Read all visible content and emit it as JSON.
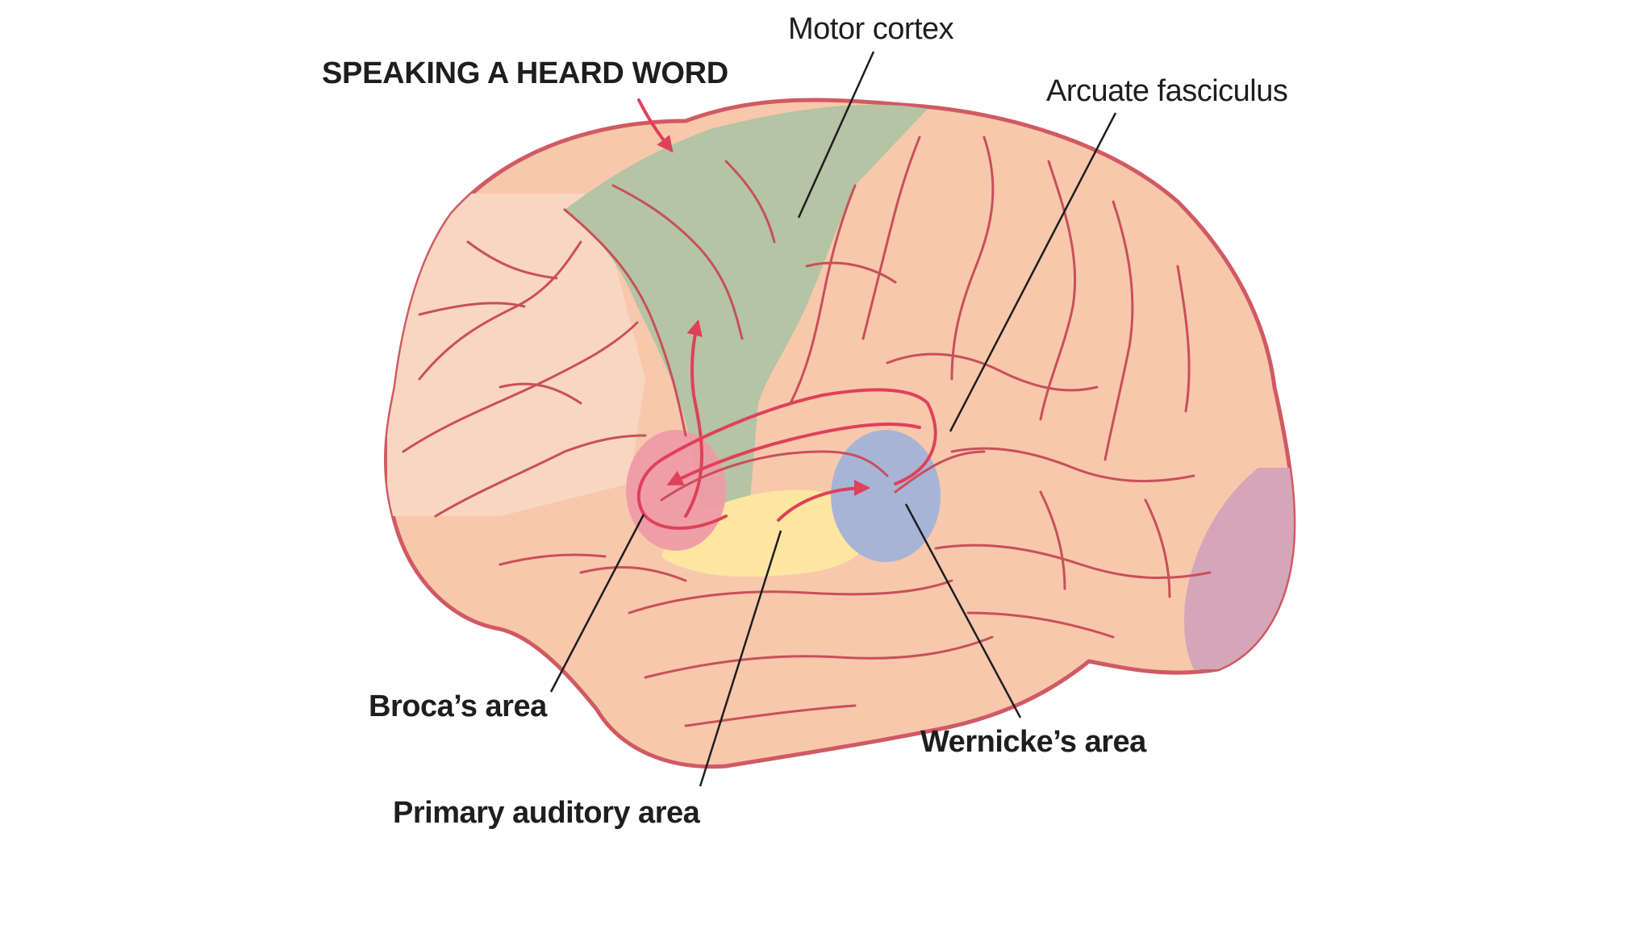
{
  "diagram": {
    "title": "SPEAKING A HEARD WORD",
    "labels": {
      "motor_cortex": "Motor cortex",
      "arcuate_fasciculus": "Arcuate fasciculus",
      "brocas_area": "Broca’s area",
      "wernickes_area": "Wernicke’s area",
      "primary_auditory_area": "Primary auditory area"
    }
  },
  "colors": {
    "brain_fill": "#f8c8ac",
    "brain_outline": "#d05a63",
    "gyri_lines": "#c8505a",
    "motor_cortex": "#b4c4a4",
    "brocas_area": "#ee9aa6",
    "wernickes_area": "#a8b4d6",
    "primary_auditory_area": "#fde6a0",
    "occipital_region": "#d4a6b8",
    "pathway_arrows": "#e0405a",
    "leader_lines": "#1e1e1e",
    "text": "#1e1e1e"
  }
}
